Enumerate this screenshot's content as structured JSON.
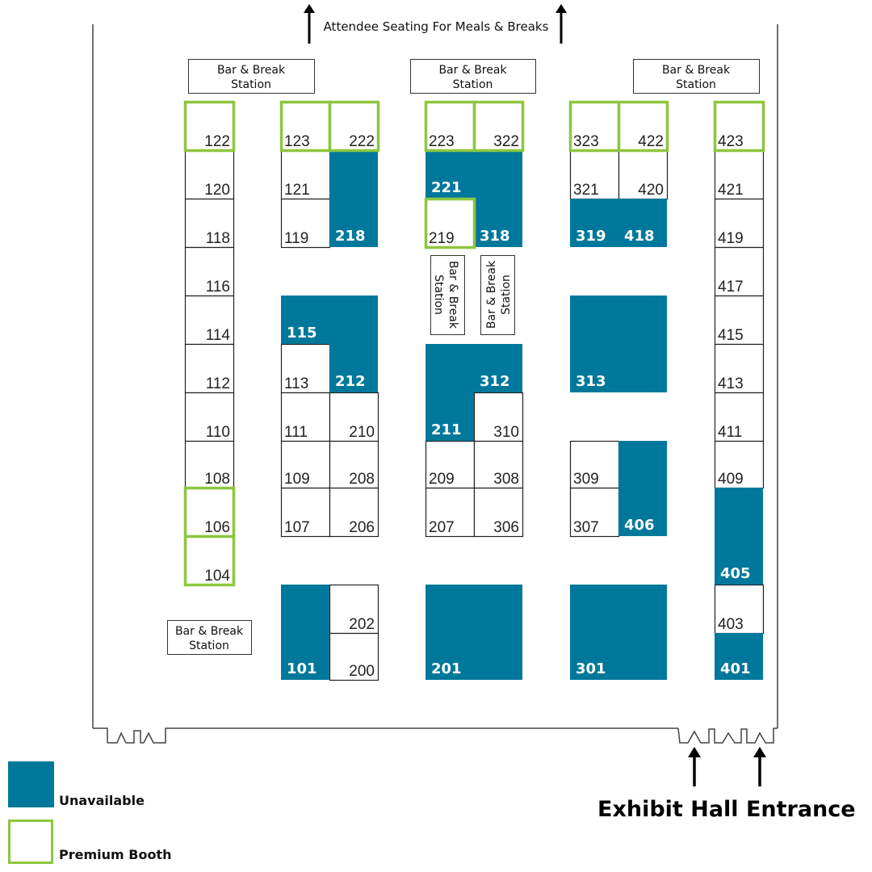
{
  "header": {
    "seating_label": "Attendee Seating For Meals & Breaks"
  },
  "stations": [
    {
      "id": "top-left",
      "label1": "Bar & Break",
      "label2": "Station"
    },
    {
      "id": "top-center",
      "label1": "Bar & Break",
      "label2": "Station"
    },
    {
      "id": "top-right",
      "label1": "Bar & Break",
      "label2": "Station"
    },
    {
      "id": "mid-left",
      "label1": "Bar & Break",
      "label2": "Station"
    },
    {
      "id": "mid-right",
      "label1": "Bar & Break",
      "label2": "Station"
    },
    {
      "id": "bottom-left",
      "label1": "Bar & Break",
      "label2": "Station"
    }
  ],
  "booths": [
    {
      "number": "122",
      "status": "premium"
    },
    {
      "number": "120",
      "status": "available"
    },
    {
      "number": "118",
      "status": "available"
    },
    {
      "number": "116",
      "status": "available"
    },
    {
      "number": "114",
      "status": "available"
    },
    {
      "number": "112",
      "status": "available"
    },
    {
      "number": "110",
      "status": "available"
    },
    {
      "number": "108",
      "status": "available"
    },
    {
      "number": "106",
      "status": "premium"
    },
    {
      "number": "104",
      "status": "premium"
    },
    {
      "number": "123",
      "status": "premium"
    },
    {
      "number": "121",
      "status": "available"
    },
    {
      "number": "119",
      "status": "available"
    },
    {
      "number": "115",
      "status": "unavailable"
    },
    {
      "number": "113",
      "status": "available"
    },
    {
      "number": "111",
      "status": "available"
    },
    {
      "number": "109",
      "status": "available"
    },
    {
      "number": "107",
      "status": "available"
    },
    {
      "number": "101",
      "status": "unavailable"
    },
    {
      "number": "222",
      "status": "premium"
    },
    {
      "number": "218",
      "status": "unavailable"
    },
    {
      "number": "212",
      "status": "unavailable"
    },
    {
      "number": "210",
      "status": "available"
    },
    {
      "number": "208",
      "status": "available"
    },
    {
      "number": "206",
      "status": "available"
    },
    {
      "number": "202",
      "status": "available"
    },
    {
      "number": "200",
      "status": "available"
    },
    {
      "number": "223",
      "status": "premium"
    },
    {
      "number": "221",
      "status": "unavailable"
    },
    {
      "number": "219",
      "status": "premium"
    },
    {
      "number": "211",
      "status": "unavailable"
    },
    {
      "number": "209",
      "status": "available"
    },
    {
      "number": "207",
      "status": "available"
    },
    {
      "number": "201",
      "status": "unavailable"
    },
    {
      "number": "322",
      "status": "premium"
    },
    {
      "number": "318",
      "status": "unavailable"
    },
    {
      "number": "312",
      "status": "unavailable"
    },
    {
      "number": "310",
      "status": "available"
    },
    {
      "number": "308",
      "status": "available"
    },
    {
      "number": "306",
      "status": "available"
    },
    {
      "number": "323",
      "status": "premium"
    },
    {
      "number": "321",
      "status": "available"
    },
    {
      "number": "319",
      "status": "unavailable"
    },
    {
      "number": "313",
      "status": "unavailable"
    },
    {
      "number": "309",
      "status": "available"
    },
    {
      "number": "307",
      "status": "available"
    },
    {
      "number": "301",
      "status": "unavailable"
    },
    {
      "number": "422",
      "status": "premium"
    },
    {
      "number": "420",
      "status": "available"
    },
    {
      "number": "418",
      "status": "unavailable"
    },
    {
      "number": "406",
      "status": "unavailable"
    },
    {
      "number": "423",
      "status": "premium"
    },
    {
      "number": "421",
      "status": "available"
    },
    {
      "number": "419",
      "status": "available"
    },
    {
      "number": "417",
      "status": "available"
    },
    {
      "number": "415",
      "status": "available"
    },
    {
      "number": "413",
      "status": "available"
    },
    {
      "number": "411",
      "status": "available"
    },
    {
      "number": "409",
      "status": "available"
    },
    {
      "number": "405",
      "status": "unavailable"
    },
    {
      "number": "403",
      "status": "available"
    },
    {
      "number": "401",
      "status": "unavailable"
    }
  ],
  "legend": {
    "unavailable_label": "Unavailable",
    "premium_label": "Premium Booth"
  },
  "entrance": {
    "label": "Exhibit Hall Entrance"
  },
  "colors": {
    "unavailable": "#00789b",
    "premium": "#8dc63f",
    "border": "#222222"
  }
}
